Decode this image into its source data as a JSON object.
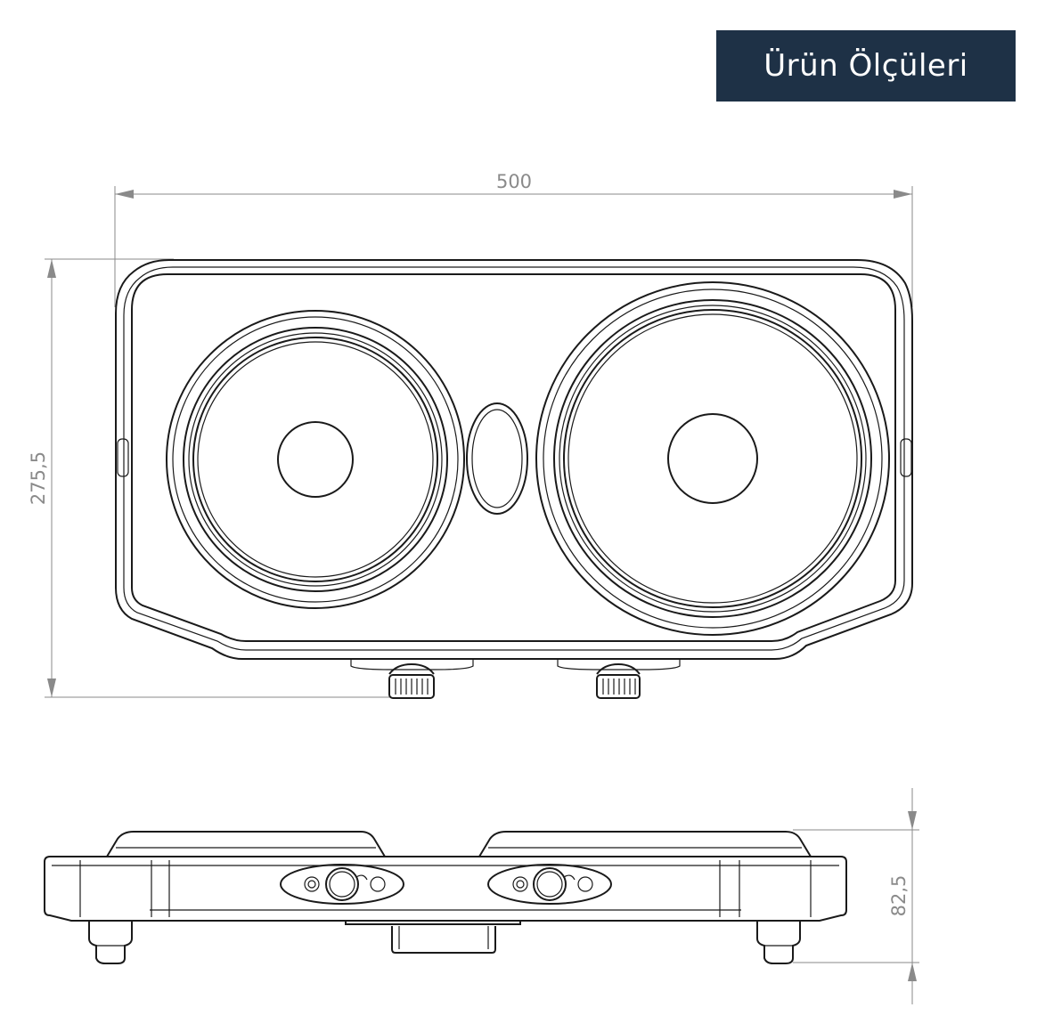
{
  "title": "Ürün Ölçüleri",
  "dimensions": {
    "width": "500",
    "depth": "275,5",
    "height": "82,5"
  },
  "colors": {
    "badge_background": "#1e3146",
    "badge_text": "#ffffff",
    "line": "#1a1a1a",
    "dimension": "#8a8a8a"
  }
}
